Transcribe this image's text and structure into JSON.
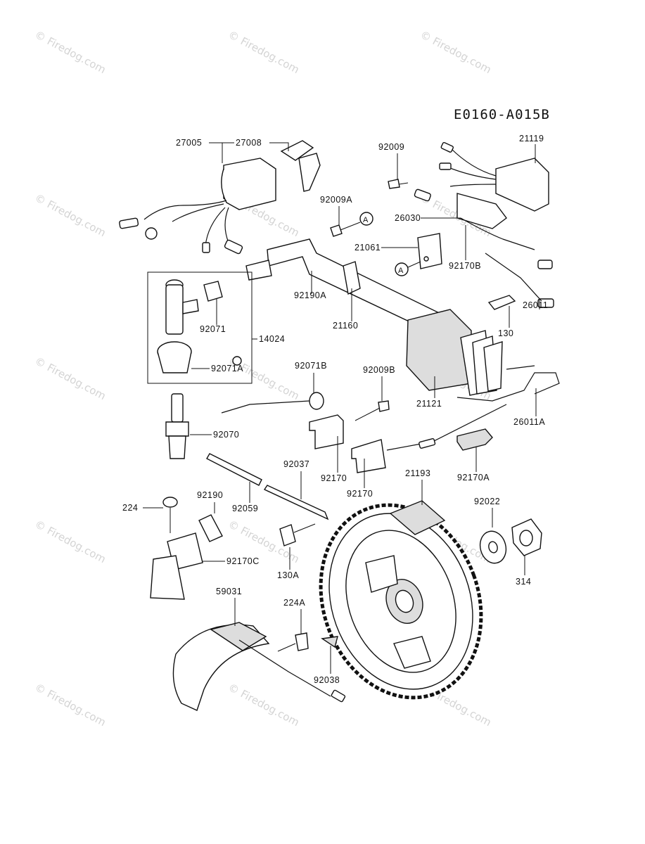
{
  "diagram_code": "E0160-A015B",
  "watermark": {
    "text": "Firedog.com",
    "symbol": "©"
  },
  "callouts": {
    "A_top": "A",
    "A_bottom": "A"
  },
  "parts": [
    "27005",
    "27008",
    "92009",
    "21119",
    "92009A",
    "26030",
    "21061",
    "92170B",
    "92190A",
    "92071",
    "21160",
    "14024",
    "92071A",
    "130",
    "26011",
    "92071B",
    "92009B",
    "21121",
    "26011A",
    "92070",
    "92037",
    "92170",
    "92170",
    "92170A",
    "21193",
    "92022",
    "224",
    "92190",
    "92059",
    "92170C",
    "130A",
    "314",
    "59031",
    "224A",
    "92038"
  ]
}
